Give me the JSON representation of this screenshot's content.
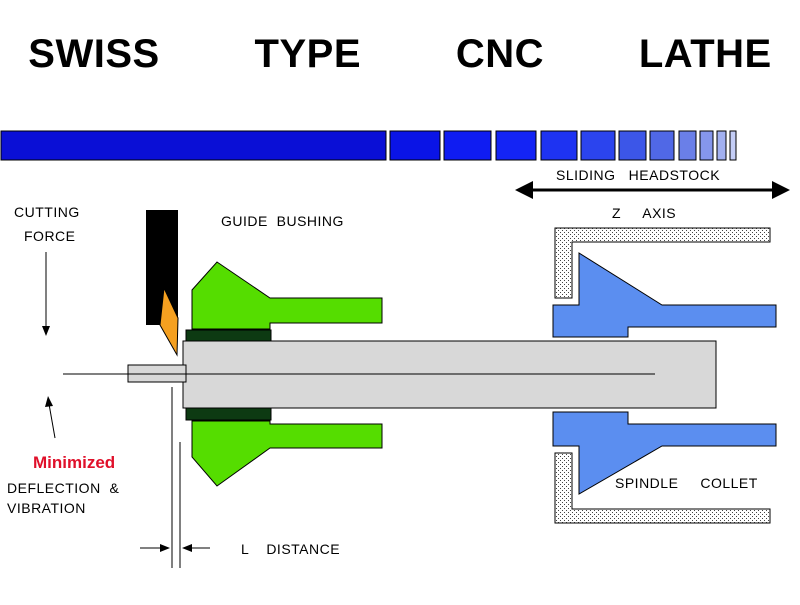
{
  "title": "SWISS   TYPE   CNC   LATHE",
  "labels": {
    "sliding_headstock": "SLIDING   HEADSTOCK",
    "z_axis": "Z     AXIS",
    "cutting": "CUTTING",
    "force": "FORCE",
    "guide_bushing": "GUIDE  BUSHING",
    "minimized": "Minimized",
    "deflection": "DEFLECTION  &",
    "vibration": "VIBRATION",
    "spindle_collet": "SPINDLE     COLLET",
    "l_distance": "L    DISTANCE"
  },
  "colors": {
    "bar_blue": "#0a0fd6",
    "bushing_green": "#55dd00",
    "bushing_dark": "#0d3a12",
    "spindle_blue": "#5b8ef0",
    "workpiece_gray": "#d8d8d8",
    "tool_black": "#000000",
    "insert_orange": "#f5a020",
    "highlight_red": "#e0102a"
  },
  "icons": [
    "double-arrow-icon",
    "down-arrow-icon",
    "up-arrow-icon",
    "right-arrow-icon",
    "left-arrow-icon"
  ]
}
